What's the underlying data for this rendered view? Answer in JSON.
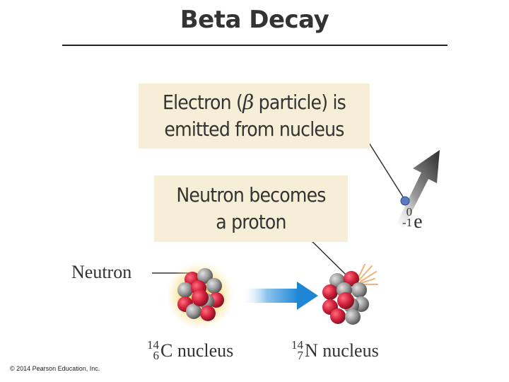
{
  "title": "Beta Decay",
  "callouts": {
    "electron_line1_pre": "Electron (",
    "electron_beta": "β",
    "electron_line1_post": " particle) is",
    "electron_line2": "emitted from nucleus",
    "neutron_line1": "Neutron becomes",
    "neutron_line2": "a proton"
  },
  "labels": {
    "neutron": "Neutron",
    "electron_mass": "0",
    "electron_charge": "-1",
    "electron_symbol": "e",
    "carbon_mass": "14",
    "carbon_atomic": "6",
    "carbon_text": "C nucleus",
    "nitrogen_mass": "14",
    "nitrogen_atomic": "7",
    "nitrogen_text": "N nucleus"
  },
  "copyright": "© 2014 Pearson Education, Inc.",
  "colors": {
    "proton": "#d0203a",
    "neutron": "#8e8e8e",
    "arrow": "#2f8fd6",
    "callout_bg": "#f6eed7",
    "glow": "#f7c24a"
  }
}
